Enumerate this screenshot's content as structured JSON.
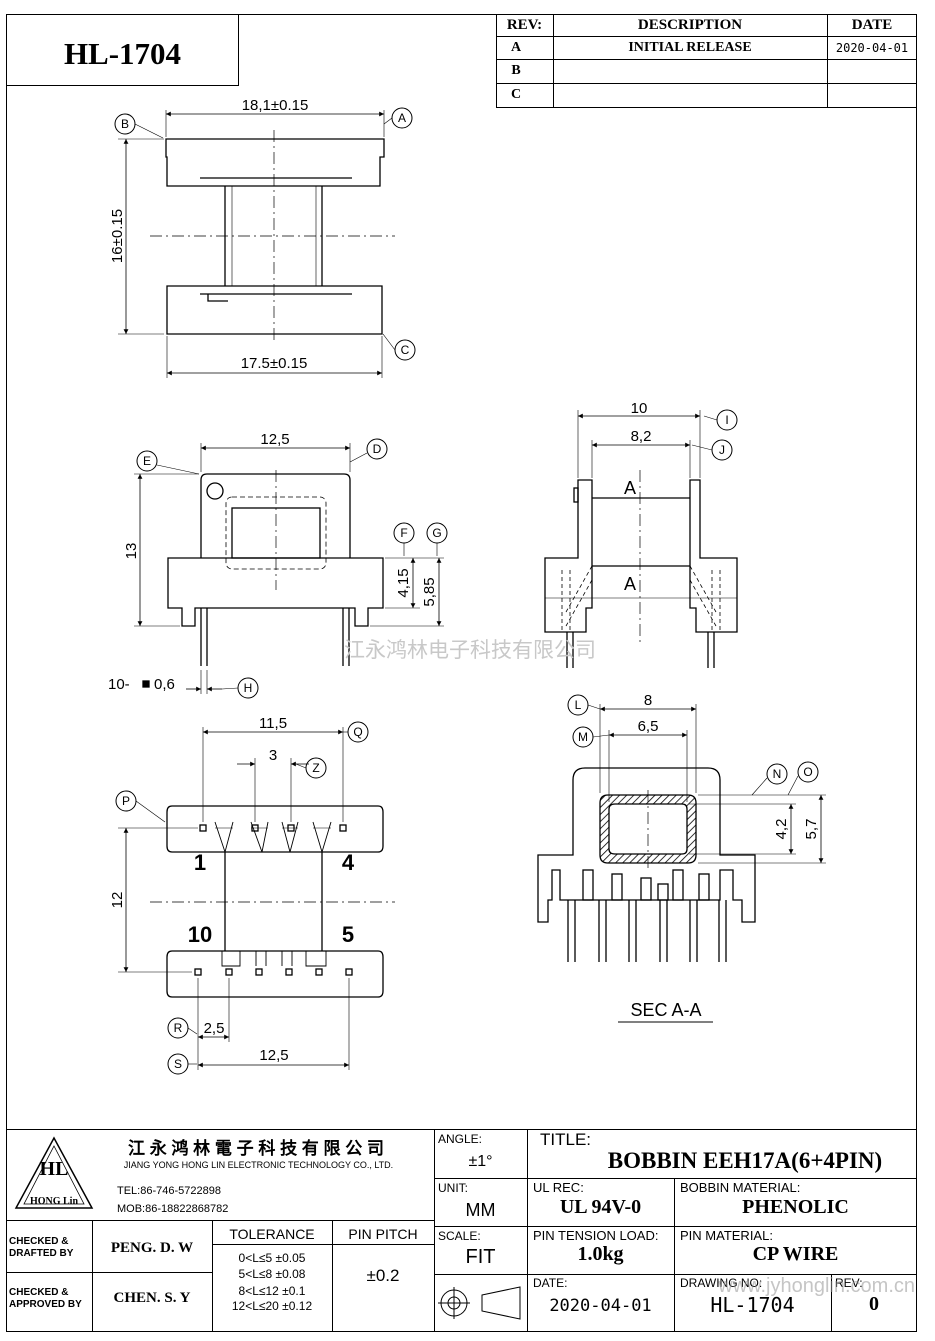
{
  "part_number": "HL-1704",
  "revision_table": {
    "headers": {
      "rev": "REV:",
      "description": "DESCRIPTION",
      "date": "DATE"
    },
    "rows": [
      {
        "rev": "A",
        "description": "INITIAL  RELEASE",
        "date": "2020-04-01"
      },
      {
        "rev": "B",
        "description": "",
        "date": ""
      },
      {
        "rev": "C",
        "description": "",
        "date": ""
      }
    ]
  },
  "top_view": {
    "dim_top": "18,1±0.15",
    "dim_side": "16±0.15",
    "dim_bottom": "17.5±0.15",
    "callouts": [
      "B",
      "A",
      "C"
    ]
  },
  "front_view": {
    "dim_width": "12,5",
    "dim_height": "13",
    "dim_415": "4,15",
    "dim_585": "5,85",
    "pin_note": "10-",
    "pin_size": "0,6",
    "callouts": [
      "E",
      "D",
      "F",
      "G",
      "H"
    ]
  },
  "side_view": {
    "dim_10": "10",
    "dim_82": "8,2",
    "section_labels": [
      "A",
      "A"
    ],
    "callouts": [
      "I",
      "J"
    ]
  },
  "bottom_view": {
    "dim_115": "11,5",
    "dim_3": "3",
    "dim_12": "12",
    "dim_25": "2,5",
    "dim_125": "12,5",
    "pin_labels": [
      "1",
      "4",
      "10",
      "5"
    ],
    "callouts": [
      "Q",
      "Z",
      "P",
      "R",
      "S"
    ]
  },
  "section_view": {
    "dim_8": "8",
    "dim_65": "6,5",
    "dim_42": "4,2",
    "dim_57": "5,7",
    "caption": "SEC A-A",
    "callouts": [
      "L",
      "M",
      "N",
      "O"
    ]
  },
  "watermark": "江永鸿林电子科技有限公司",
  "title_block": {
    "company_cn": "江 永 鸿 林 電 子 科 技 有 限 公 司",
    "company_en": "JIANG YONG HONG LIN ELECTRONIC TECHNOLOGY CO., LTD.",
    "logo_text": "HL",
    "logo_sub": "HONG Lin",
    "tel": "TEL:86-746-5722898",
    "mob": "MOB:86-18822868782",
    "checked_drafted_label": "CHECKED &\nDRAFTED BY",
    "checked_drafted_name": "PENG. D. W",
    "checked_approved_label": "CHECKED &\nAPPROVED BY",
    "checked_approved_name": "CHEN. S. Y",
    "tolerance_label": "TOLERANCE",
    "tolerance_lines": [
      "0<L≤5 ±0.05",
      "5<L≤8  ±0.08",
      "8<L≤12  ±0.1",
      "12<L≤20 ±0.12"
    ],
    "pin_pitch_label": "PIN PITCH",
    "pin_pitch_value": "±0.2",
    "angle_label": "ANGLE:",
    "angle_value": "±1°",
    "unit_label": "UNIT:",
    "unit_value": "MM",
    "scale_label": "SCALE:",
    "scale_value": "FIT",
    "title_label": "TITLE:",
    "title_value": "BOBBIN  EEH17A(6+4PIN)",
    "ul_rec_label": "UL REC:",
    "ul_rec_value": "UL  94V-0",
    "bobbin_material_label": "BOBBIN MATERIAL:",
    "bobbin_material_value": "PHENOLIC",
    "pin_tension_label": "PIN TENSION LOAD:",
    "pin_tension_value": "1.0kg",
    "pin_material_label": "PIN MATERIAL:",
    "pin_material_value": "CP WIRE",
    "date_label": "DATE:",
    "date_value": "2020-04-01",
    "drawing_no_label": "DRAWING NO:",
    "drawing_no_value": "HL-1704",
    "rev_label": "REV:",
    "rev_value": "0",
    "website": "www.jyhonglin.com.cn"
  }
}
